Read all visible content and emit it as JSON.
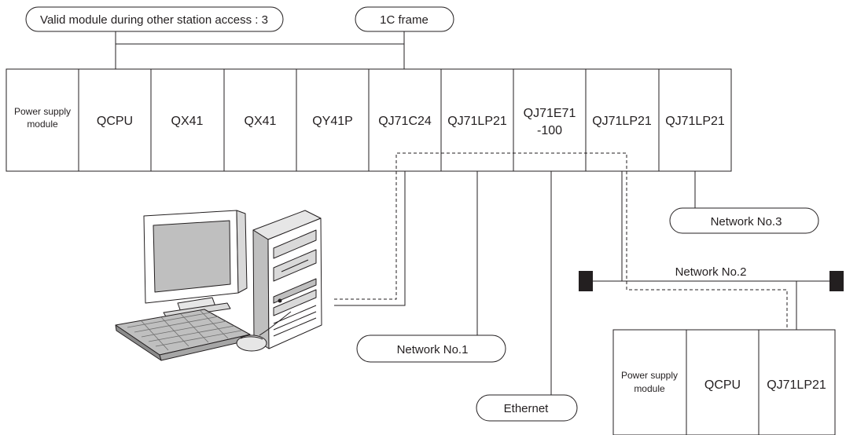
{
  "callouts": {
    "valid_module": "Valid module during other station access : 3",
    "frame": "1C frame",
    "network3": "Network No.3",
    "network2": "Network No.2",
    "network1": "Network No.1",
    "ethernet": "Ethernet"
  },
  "main_rack": {
    "slots": [
      {
        "line1": "Power supply",
        "line2": "module"
      },
      {
        "line1": "QCPU"
      },
      {
        "line1": "QX41"
      },
      {
        "line1": "QX41"
      },
      {
        "line1": "QY41P"
      },
      {
        "line1": "QJ71C24"
      },
      {
        "line1": "QJ71LP21"
      },
      {
        "line1": "QJ71E71",
        "line2": "-100"
      },
      {
        "line1": "QJ71LP21"
      },
      {
        "line1": "QJ71LP21"
      }
    ]
  },
  "remote_rack": {
    "slots": [
      {
        "line1": "Power supply",
        "line2": "module"
      },
      {
        "line1": "QCPU"
      },
      {
        "line1": "QJ71LP21"
      }
    ]
  },
  "colors": {
    "line": "#231f20",
    "device_fill": "#ffffff",
    "terminator": "#231f20"
  }
}
